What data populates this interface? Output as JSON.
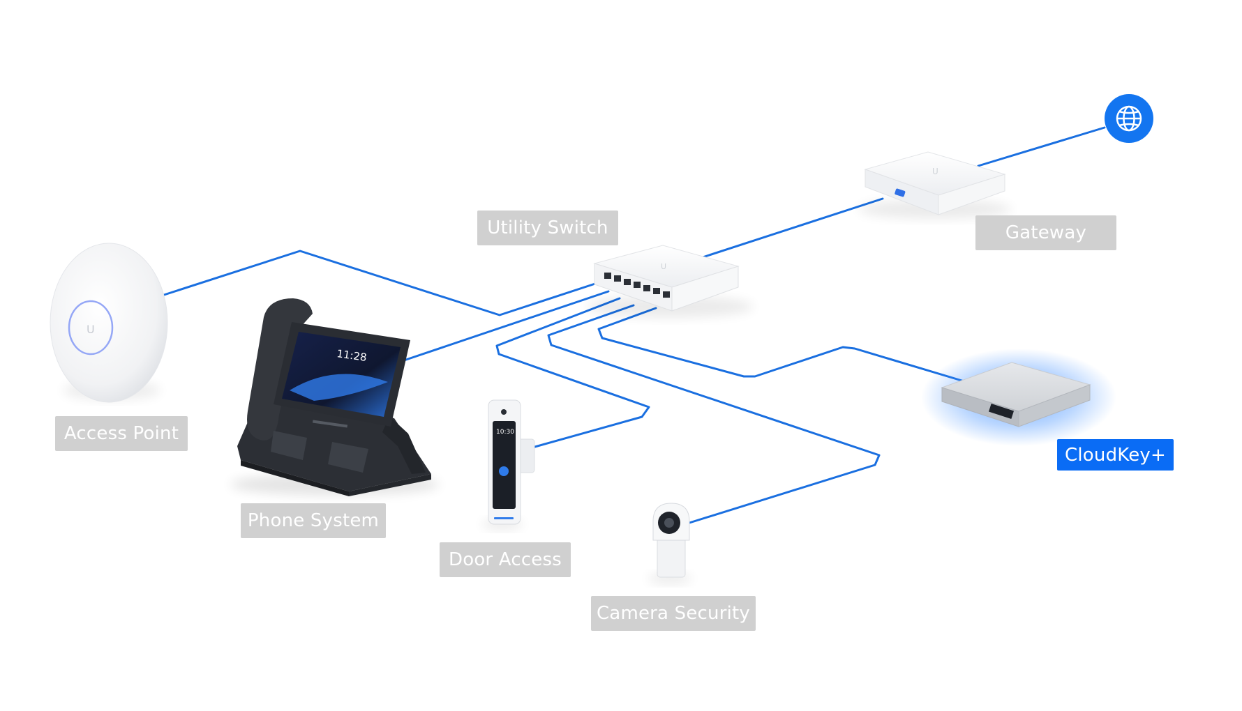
{
  "labels": {
    "access_point": "Access Point",
    "phone_system": "Phone System",
    "door_access": "Door Access",
    "camera_security": "Camera Security",
    "utility_switch": "Utility Switch",
    "gateway": "Gateway",
    "cloudkey": "CloudKey+"
  },
  "phone_screen": {
    "time": "11:28"
  },
  "door_screen": {
    "time": "10:30"
  },
  "icons": {
    "internet": "globe-icon"
  },
  "colors": {
    "link": "#1a6fe0",
    "label_inactive": "#d0d0d0",
    "label_active": "#0a6cf5",
    "internet_node": "#1375f0"
  }
}
